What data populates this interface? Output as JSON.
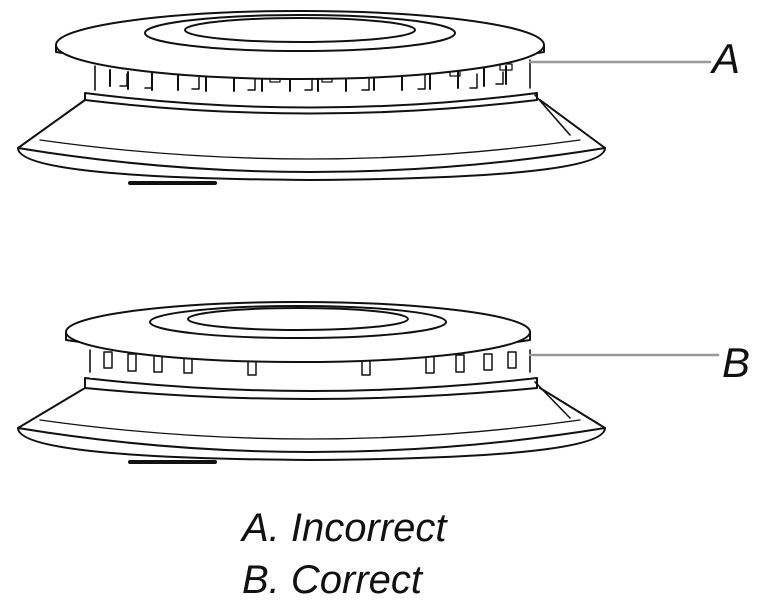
{
  "callouts": {
    "a": "A",
    "b": "B"
  },
  "legend": {
    "a": "A. Incorrect",
    "b": "B. Correct"
  },
  "colors": {
    "line": "#111111",
    "leader": "#999999",
    "background": "#ffffff"
  }
}
